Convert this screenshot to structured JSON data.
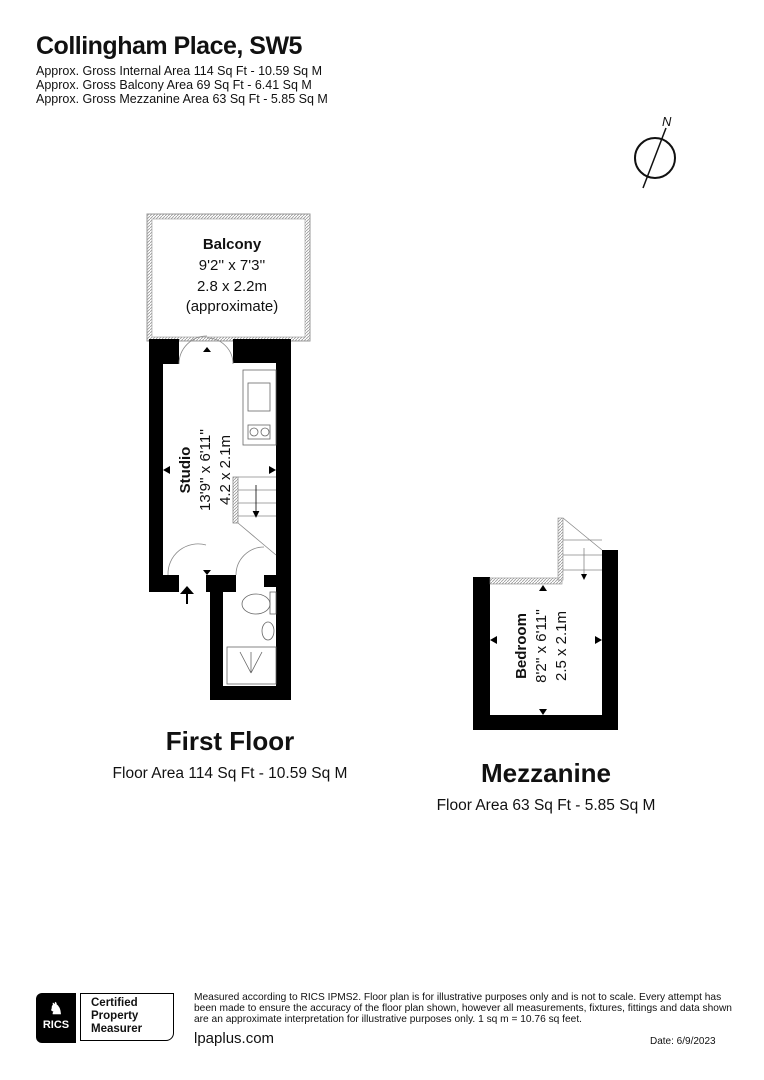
{
  "header": {
    "title": "Collingham Place, SW5",
    "areas": [
      "Approx. Gross Internal Area 114 Sq Ft - 10.59 Sq M",
      "Approx. Gross Balcony Area 69 Sq Ft - 6.41 Sq M",
      "Approx. Gross Mezzanine Area 63 Sq Ft - 5.85 Sq M"
    ],
    "compass_label": "N"
  },
  "first_floor": {
    "title": "First Floor",
    "area": "Floor Area 114 Sq Ft - 10.59 Sq M",
    "rooms": {
      "balcony": {
        "name": "Balcony",
        "imperial": "9'2'' x 7'3''",
        "metric": "2.8 x 2.2m",
        "note": "(approximate)"
      },
      "studio": {
        "name": "Studio",
        "imperial": "13'9'' x 6'11''",
        "metric": "4.2 x 2.1m"
      }
    }
  },
  "mezzanine": {
    "title": "Mezzanine",
    "area": "Floor Area 63 Sq Ft - 5.85 Sq M",
    "rooms": {
      "bedroom": {
        "name": "Bedroom",
        "imperial": "8'2'' x 6'11''",
        "metric": "2.5 x 2.1m"
      }
    }
  },
  "footer": {
    "logo_text": "RICS",
    "badge": [
      "Certified",
      "Property",
      "Measurer"
    ],
    "disclaimer": "Measured according to RICS IPMS2. Floor plan is for illustrative purposes only and is not to scale. Every attempt has been made to ensure the accuracy of the floor plan shown, however all measurements, fixtures, fittings and data shown are an approximate interpretation for illustrative purposes only. 1 sq m = 10.76 sq feet.",
    "website": "lpaplus.com",
    "date": "Date: 6/9/2023"
  }
}
